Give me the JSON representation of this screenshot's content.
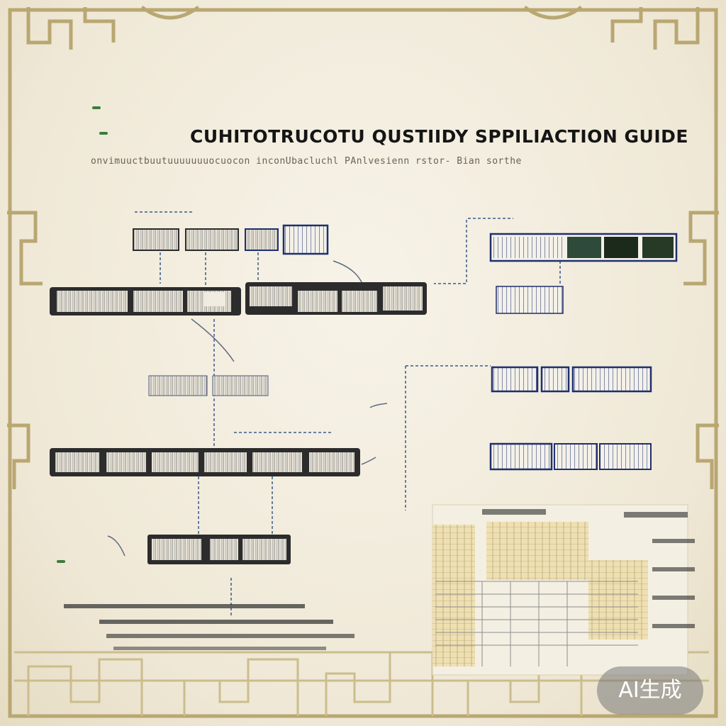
{
  "header": {
    "title": "",
    "guide_title": "CUHITOTRUCOTU QUSTIIDY SPPILIACTION GUIDE",
    "top_line": "",
    "subtitle": "onvimuuctbuutuuuuuuuocuocon inconUbacluchl PAnlvesienn rstor- Bian sorthe"
  },
  "badges": {
    "left_tag_1": "",
    "left_tag_2": "",
    "bottom_tag": ""
  },
  "labels": {
    "top_left": "",
    "top_right": "",
    "mid_right": "",
    "mid_left": "",
    "lower_right": "",
    "bottom_left": ""
  },
  "colors": {
    "paper": "#f1ecde",
    "border": "#b9a772",
    "block_dark": "#2c2c2c",
    "block_grid": "#8d8d8d",
    "navy": "#1f2f6e",
    "accent_green": "#3c7d3a",
    "dash_blue": "#3a5a8c"
  },
  "watermark": {
    "text": "AI生成"
  }
}
